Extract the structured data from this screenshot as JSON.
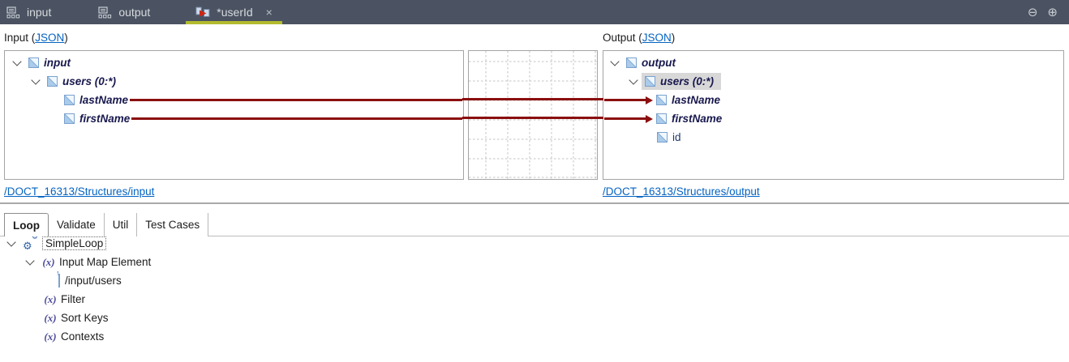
{
  "colors": {
    "accent_underline": "#b3bb2d",
    "mapping_line": "#8b0f0f",
    "link_blue": "#0563c1",
    "topbar_bg": "#4b5362",
    "selection_gray": "#d8d8d8"
  },
  "glyphs": {
    "close": "×",
    "minimize": "⊖",
    "maximize": "⊕",
    "fx": "(x)",
    "gear": "⚙"
  },
  "topbar": {
    "tabs": [
      {
        "label": "input"
      },
      {
        "label": "output"
      },
      {
        "label": "*userId"
      }
    ]
  },
  "input_panel": {
    "title_prefix": "Input (",
    "link_text": "JSON",
    "title_suffix": ")",
    "path_link": "/DOCT_16313/Structures/input",
    "rows": [
      {
        "label": "input"
      },
      {
        "label": "users (0:*)"
      },
      {
        "label": "lastName"
      },
      {
        "label": "firstName"
      }
    ]
  },
  "output_panel": {
    "title_prefix": "Output (",
    "link_text": "JSON",
    "title_suffix": ")",
    "path_link": "/DOCT_16313/Structures/output",
    "rows": [
      {
        "label": "output"
      },
      {
        "label": "users (0:*)"
      },
      {
        "label": "lastName"
      },
      {
        "label": "firstName"
      },
      {
        "label": "id"
      }
    ]
  },
  "bottom": {
    "tabs": [
      {
        "label": "Loop"
      },
      {
        "label": "Validate"
      },
      {
        "label": "Util"
      },
      {
        "label": "Test Cases"
      }
    ],
    "active_tab": "Loop",
    "tree": [
      {
        "label": "SimpleLoop"
      },
      {
        "label": "Input Map Element"
      },
      {
        "label": "/input/users"
      },
      {
        "label": "Filter"
      },
      {
        "label": "Sort Keys"
      },
      {
        "label": "Contexts"
      }
    ]
  }
}
